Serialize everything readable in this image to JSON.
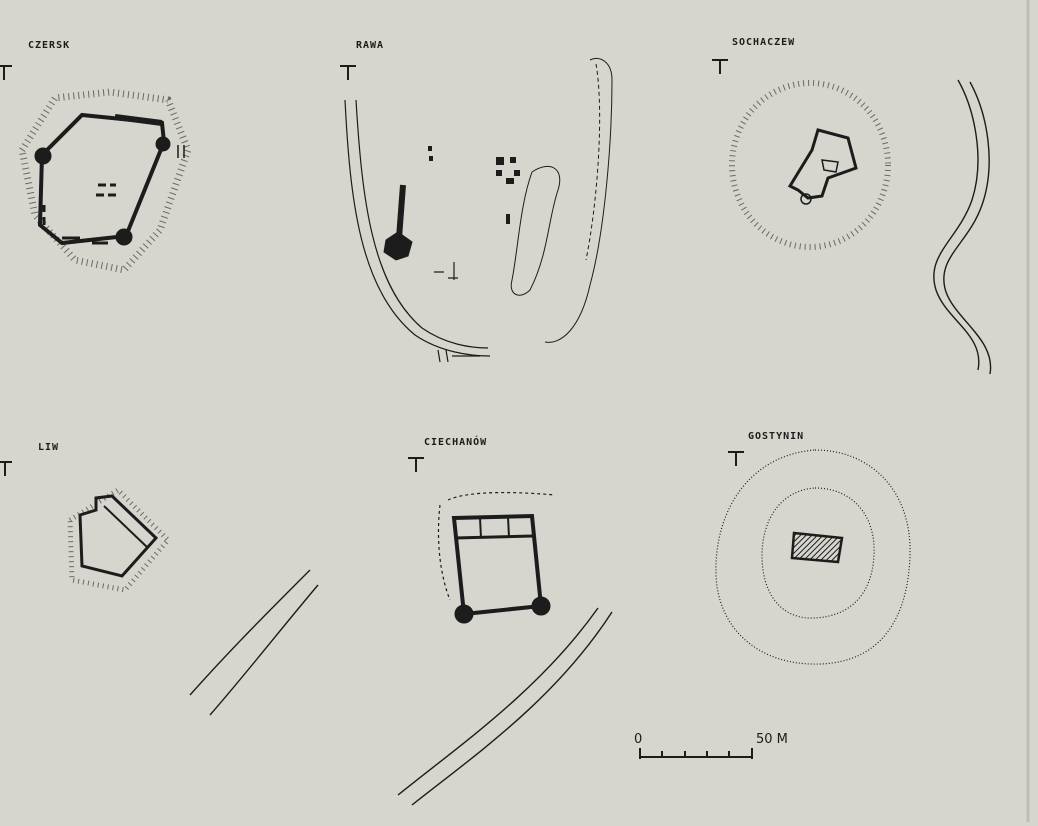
{
  "plans": {
    "czersk": {
      "name": "CZERSK"
    },
    "rawa": {
      "name": "RAWA"
    },
    "sochaczew": {
      "name": "SOCHACZEW"
    },
    "liw": {
      "name": "LIW"
    },
    "ciechanow": {
      "name": "CIECHANÓW"
    },
    "gostynin": {
      "name": "GOSTYNIN"
    }
  },
  "scale_bar": {
    "start": "0",
    "end": "50 M"
  },
  "colors": {
    "paper": "#d6d6ce",
    "ink": "#1c1c1c"
  }
}
